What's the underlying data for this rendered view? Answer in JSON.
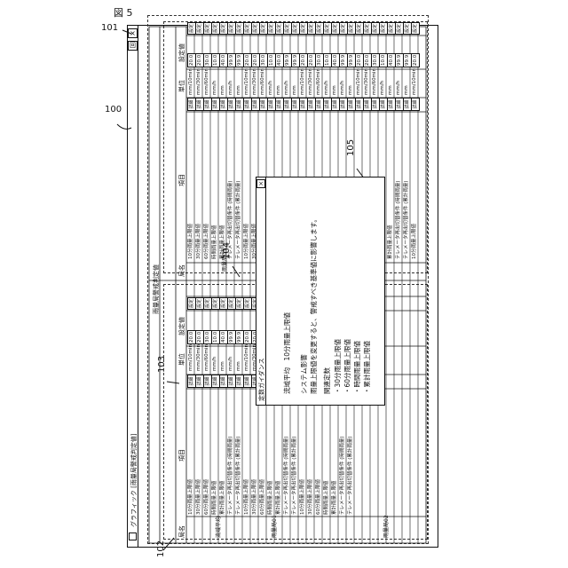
{
  "figure": {
    "label": "図 5",
    "refs": {
      "r100": "100",
      "r101": "101",
      "r102": "102",
      "r103": "103",
      "r104": "104",
      "r105": "105"
    }
  },
  "window": {
    "title": "グラフィック [雨量局警戒判定値]",
    "title_icon": "window-icon",
    "btn_restore": "回",
    "btn_close": "×"
  },
  "table": {
    "col_station": "局名",
    "col_item": "項目",
    "col_unit": "単位",
    "col_value": "設定値",
    "center_header": "雨量局警戒判定値",
    "detail_label": "詳細",
    "setting_label": "設定",
    "left_stations": [
      "流域平均",
      "雨量局01",
      "雨量局02"
    ],
    "right_station": "雨量局03",
    "items": [
      "10分雨量上限値",
      "30分雨量上限値",
      "60分雨量上限値",
      "時間雨量上限値",
      "累計雨量上限値",
      "テレメータ再出切替条件 (時間雨量)",
      "テレメータ再出切替条件 (累計雨量)"
    ],
    "units": [
      "mm/10min",
      "mm/30min",
      "mm/60min",
      "mm/h",
      "mm",
      "mm/h",
      "mm"
    ],
    "values": [
      "20.0",
      "20.0",
      "30.0",
      "10.0",
      "40.0",
      "99.9",
      "99.9"
    ]
  },
  "popup": {
    "title": "定数ガイダンス",
    "close_label": "×",
    "heading": "流域平均　10分雨量上限値",
    "section1": "システム影響",
    "section1_body": "雨量上限値を変更すると、警戒すべき基準値に影響します。",
    "section2": "関連定数",
    "related": [
      "・30分雨量上限値",
      "・60分雨量上限値",
      "・時間雨量上限値",
      "・累計雨量上限値"
    ]
  }
}
